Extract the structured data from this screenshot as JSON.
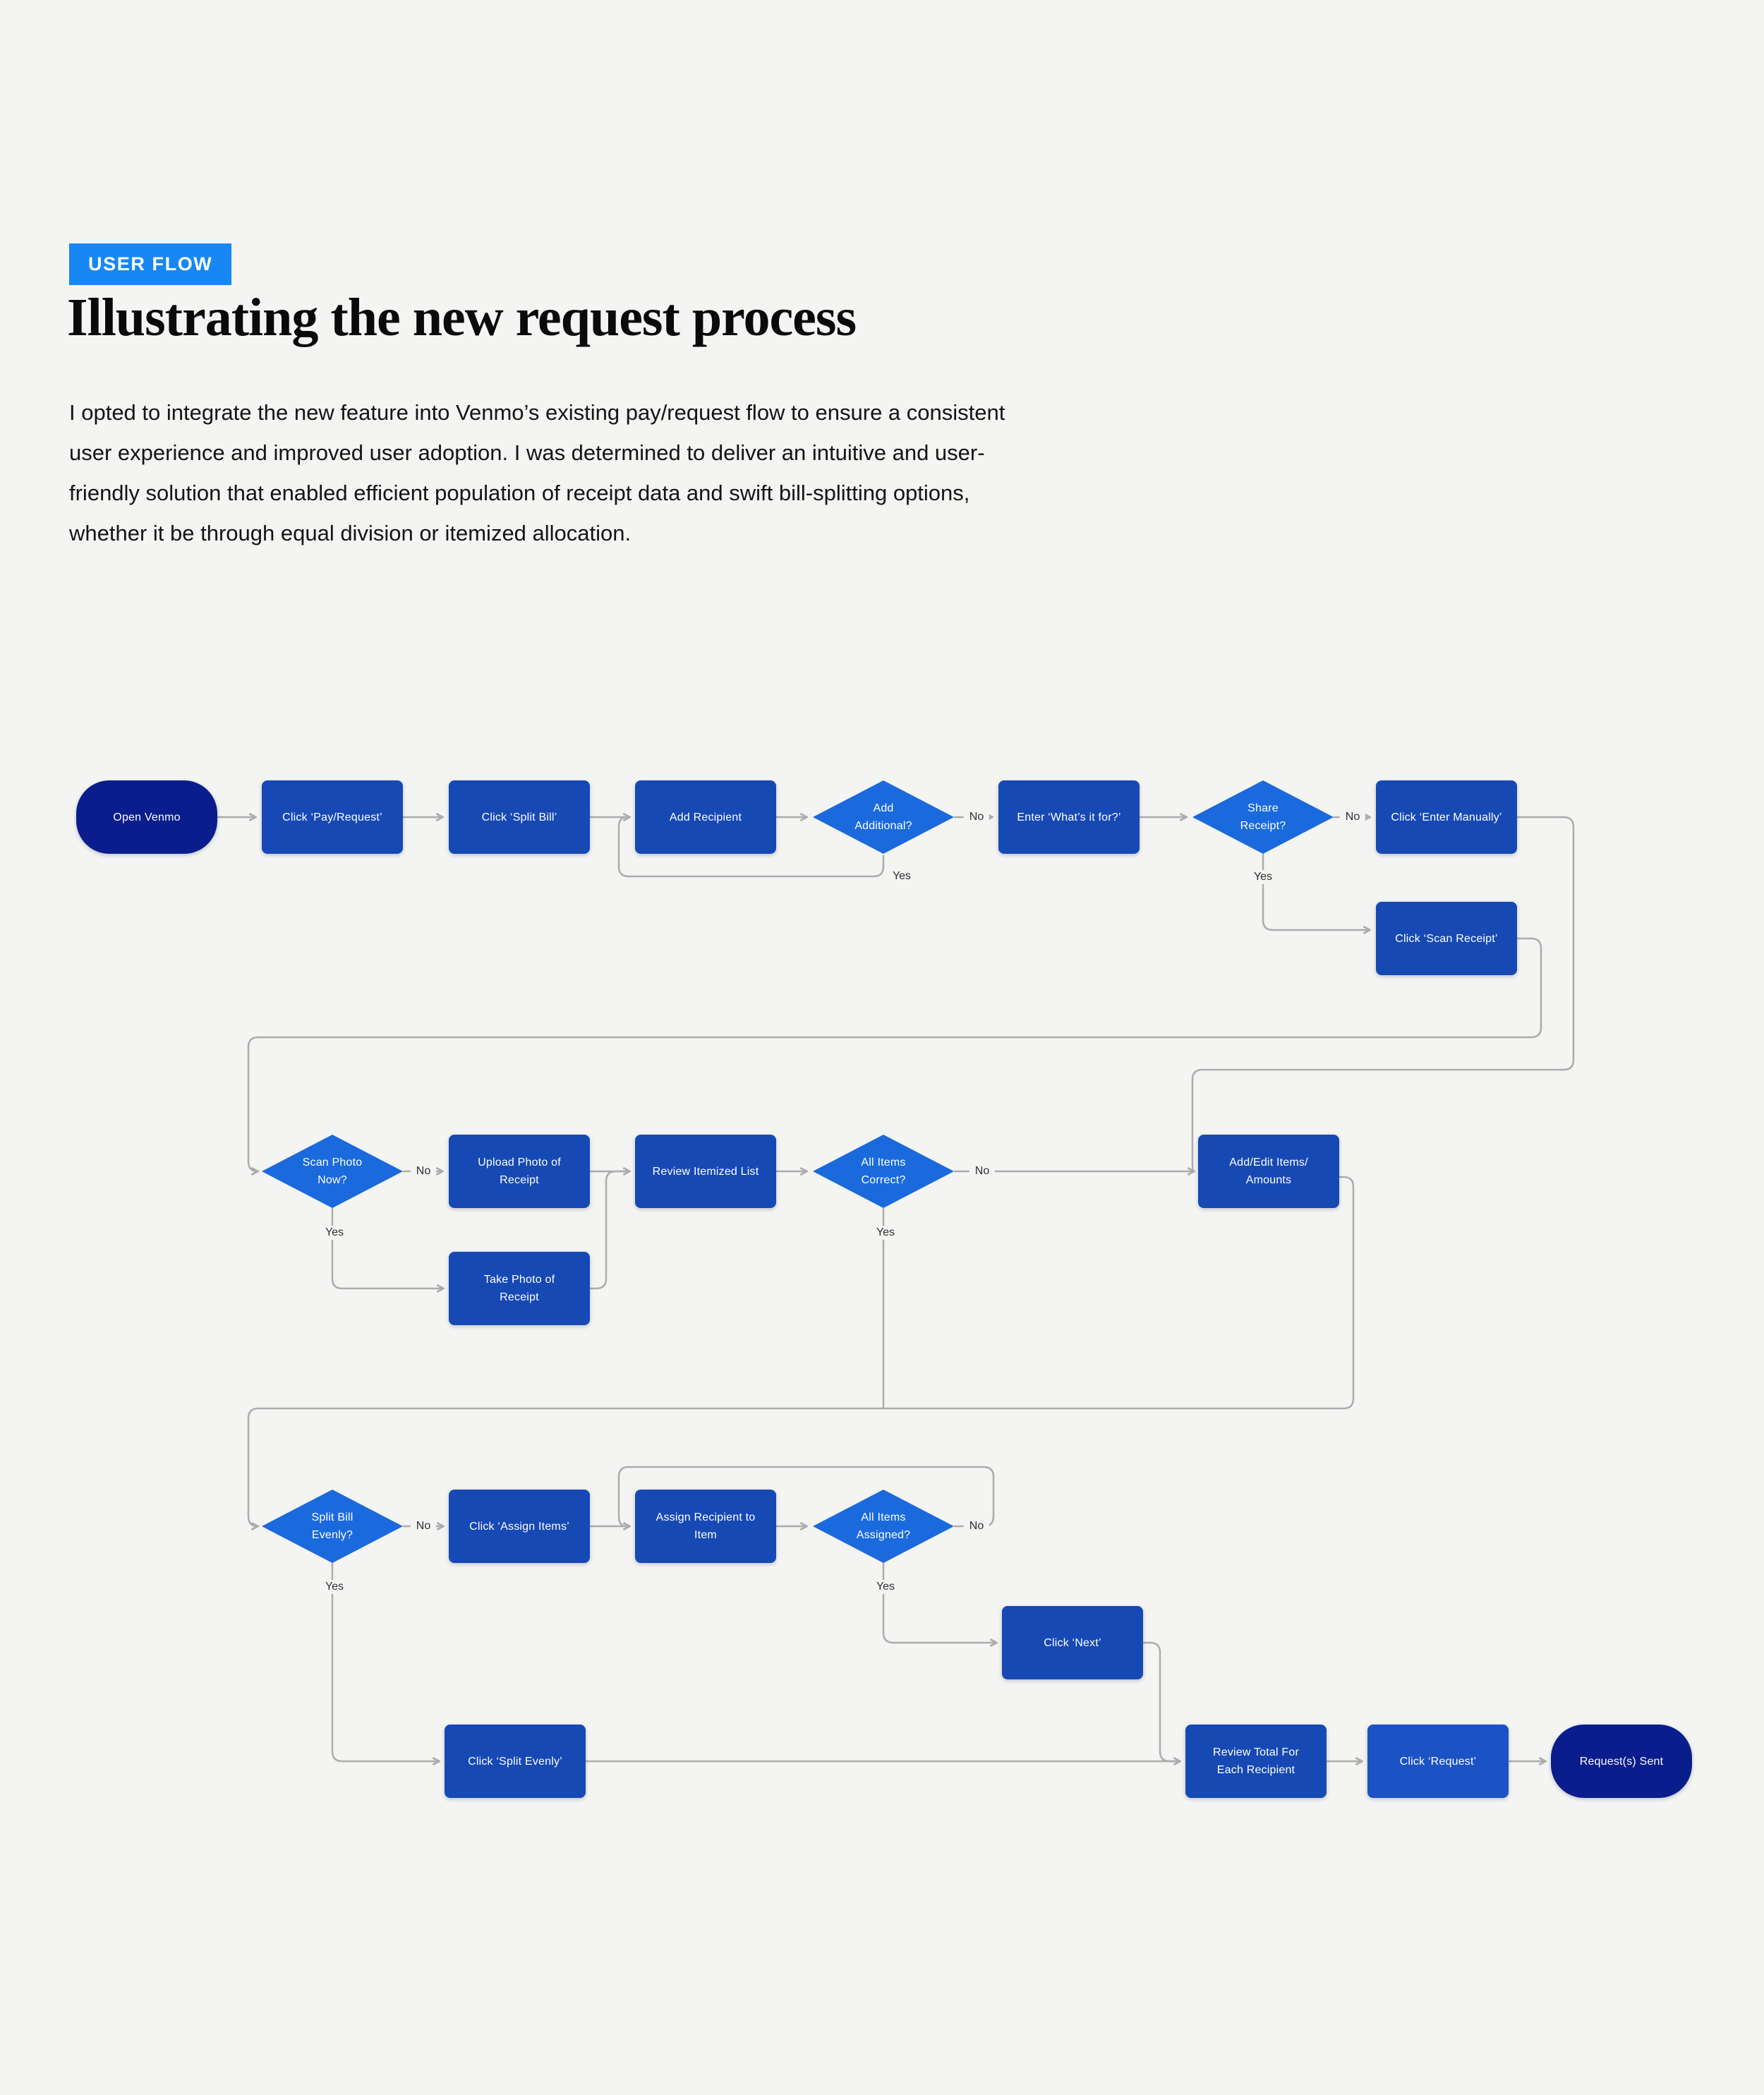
{
  "header": {
    "badge": "USER FLOW",
    "title": "Illustrating the new request process",
    "paragraph": "I opted to integrate the new feature into Venmo’s existing pay/request flow to ensure a consistent user experience and improved user adoption. I was determined to deliver an intuitive and user-friendly solution that enabled efficient population of receipt data and swift bill-splitting options, whether it be through equal division or itemized allocation."
  },
  "colors": {
    "page_bg": "#F4F4F3",
    "badge_bg": "#1787F3",
    "process_node": "#1649B4",
    "process_node_light": "#1B52C4",
    "decision_node": "#1A6ADD",
    "terminal_node": "#0A1D8C",
    "connector_line": "#ACACAC",
    "edge_label_text": "#2E2E2E",
    "node_text": "#FFFFFF",
    "heading_text": "#0A0A0A",
    "body_text": "#141414"
  },
  "flowchart": {
    "nodes": [
      {
        "id": "open-venmo",
        "type": "terminal",
        "label": "Open Venmo"
      },
      {
        "id": "click-pay-request",
        "type": "process",
        "label": "Click ‘Pay/Request’"
      },
      {
        "id": "click-split-bill",
        "type": "process",
        "label": "Click ‘Split Bill’"
      },
      {
        "id": "add-recipient",
        "type": "process",
        "label": "Add Recipient"
      },
      {
        "id": "add-additional",
        "type": "decision",
        "label": "Add\nAdditional?"
      },
      {
        "id": "enter-whats-it-for",
        "type": "process",
        "label": "Enter ‘What’s it for?’"
      },
      {
        "id": "share-receipt",
        "type": "decision",
        "label": "Share\nReceipt?"
      },
      {
        "id": "click-enter-manually",
        "type": "process",
        "label": "Click ‘Enter Manually’"
      },
      {
        "id": "click-scan-receipt",
        "type": "process",
        "label": "Click ‘Scan Receipt’"
      },
      {
        "id": "scan-photo-now",
        "type": "decision",
        "label": "Scan Photo\nNow?"
      },
      {
        "id": "upload-photo-of-receipt",
        "type": "process",
        "label": "Upload Photo of\nReceipt"
      },
      {
        "id": "review-itemized-list",
        "type": "process",
        "label": "Review Itemized List"
      },
      {
        "id": "all-items-correct",
        "type": "decision",
        "label": "All Items\nCorrect?"
      },
      {
        "id": "add-edit-items-amounts",
        "type": "process",
        "label": "Add/Edit Items/\nAmounts"
      },
      {
        "id": "take-photo-of-receipt",
        "type": "process",
        "label": "Take Photo of\nReceipt"
      },
      {
        "id": "split-bill-evenly",
        "type": "decision",
        "label": "Split Bill\nEvenly?"
      },
      {
        "id": "click-assign-items",
        "type": "process",
        "label": "Click ‘Assign Items’"
      },
      {
        "id": "assign-recipient-to-item",
        "type": "process",
        "label": "Assign Recipient to\nItem"
      },
      {
        "id": "all-items-assigned",
        "type": "decision",
        "label": "All Items\nAssigned?"
      },
      {
        "id": "click-next",
        "type": "process",
        "label": "Click ‘Next’"
      },
      {
        "id": "click-split-evenly",
        "type": "process",
        "label": "Click ‘Split Evenly’"
      },
      {
        "id": "review-total",
        "type": "process",
        "label": "Review Total For\nEach Recipient"
      },
      {
        "id": "click-request",
        "type": "process",
        "label": "Click ‘Request’"
      },
      {
        "id": "requests-sent",
        "type": "terminal",
        "label": "Request(s) Sent"
      }
    ],
    "edge_labels": [
      {
        "name": "add-additional-no",
        "text": "No"
      },
      {
        "name": "add-additional-yes",
        "text": "Yes"
      },
      {
        "name": "share-receipt-no",
        "text": "No"
      },
      {
        "name": "share-receipt-yes",
        "text": "Yes"
      },
      {
        "name": "scan-photo-no",
        "text": "No"
      },
      {
        "name": "scan-photo-yes",
        "text": "Yes"
      },
      {
        "name": "all-items-correct-no",
        "text": "No"
      },
      {
        "name": "all-items-correct-yes",
        "text": "Yes"
      },
      {
        "name": "split-bill-evenly-no",
        "text": "No"
      },
      {
        "name": "split-bill-evenly-yes",
        "text": "Yes"
      },
      {
        "name": "all-items-assigned-no",
        "text": "No"
      },
      {
        "name": "all-items-assigned-yes",
        "text": "Yes"
      }
    ]
  }
}
